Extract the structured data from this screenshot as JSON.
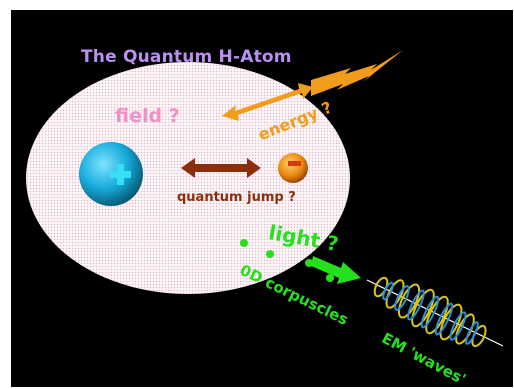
{
  "slide": {
    "title": "The Quantum H-Atom",
    "labels": {
      "field": "field ?",
      "energy": "energy ?",
      "quantum_jump": "quantum jump ?",
      "light": "light ?",
      "corpuscles": "0D corpuscles",
      "em_waves": "EM 'waves'"
    },
    "nucleus_symbol": "+",
    "electron_symbol": "-",
    "colors": {
      "background": "#000000",
      "title": "#b98ff0",
      "field_label": "#f38fc6",
      "energy": "#f29c1c",
      "quantum_jump": "#8b2f0b",
      "light": "#25e01d",
      "nucleus": "#19a9d8",
      "electron": "#e8870e",
      "cloud": "#f7eef1"
    },
    "icons": [
      "lightning-bolt-icon",
      "double-arrow-icon",
      "wave-packet-icon"
    ]
  }
}
